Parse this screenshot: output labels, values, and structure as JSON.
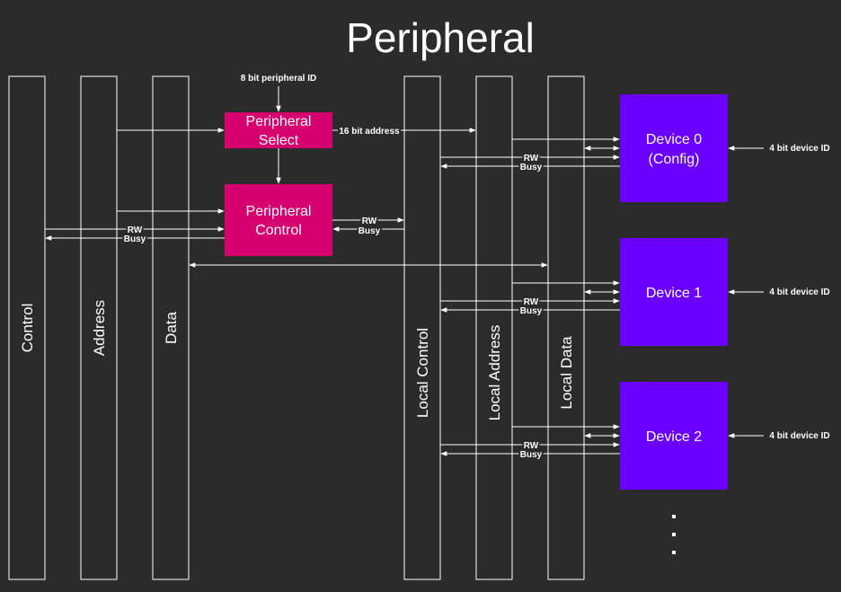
{
  "title": "Peripheral",
  "buses": {
    "control": "Control",
    "address": "Address",
    "data": "Data",
    "local_control": "Local Control",
    "local_address": "Local Address",
    "local_data": "Local Data"
  },
  "peripheral_select": {
    "line1": "Peripheral",
    "line2": "Select"
  },
  "peripheral_control": {
    "line1": "Peripheral",
    "line2": "Control"
  },
  "labels": {
    "peripheral_id": "8 bit peripheral ID",
    "address_16": "16 bit address",
    "rw": "RW",
    "busy": "Busy",
    "device_id": "4 bit device ID"
  },
  "devices": [
    {
      "line1": "Device 0",
      "line2": "(Config)"
    },
    {
      "line1": "Device 1",
      "line2": ""
    },
    {
      "line1": "Device 2",
      "line2": ""
    }
  ],
  "colors": {
    "background": "#2b2b2b",
    "bus_stroke": "#ffffff",
    "peripheral_box": "#d6006e",
    "device_box": "#6a00ff"
  }
}
